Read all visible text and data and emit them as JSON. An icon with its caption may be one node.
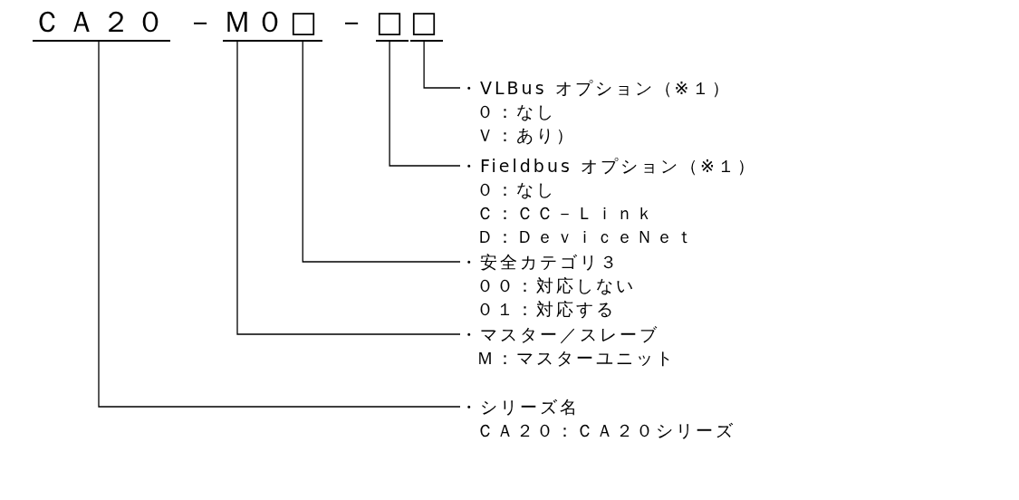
{
  "diagram": {
    "nodes": [
      {
        "text": [
          "ＣＡ２０"
        ]
      },
      {
        "text": [
          "Ｍ"
        ]
      },
      {
        "text": [
          "０□"
        ]
      },
      {
        "text": [
          "□"
        ]
      },
      {
        "text": [
          "□"
        ]
      },
      {
        "text": [
          "・VLBus オプション（※１）",
          "０：なし",
          "Ｖ：あり）"
        ]
      },
      {
        "text": [
          "・Fieldbus オプション（※１）",
          "０：なし",
          "Ｃ：ＣＣ－Ｌｉｎｋ",
          "Ｄ：ＤｅｖｉｃｅＮｅｔ"
        ]
      },
      {
        "text": [
          "・安全カテゴリ３",
          "００：対応しない",
          "０１：対応する"
        ]
      },
      {
        "text": [
          "・マスター／スレーブ",
          "Ｍ：マスターユニット"
        ]
      },
      {
        "text": [
          "・シリーズ名",
          "ＣＡ２０：ＣＡ２０シリーズ"
        ]
      }
    ],
    "edges": [
      {
        "from": 5,
        "to": 4,
        "arrow": "none"
      },
      {
        "from": 6,
        "to": 3,
        "arrow": "none"
      },
      {
        "from": 7,
        "to": 2,
        "arrow": "none"
      },
      {
        "from": 8,
        "to": 1,
        "arrow": "none"
      },
      {
        "from": 9,
        "to": 0,
        "arrow": "none"
      }
    ],
    "labels": [
      "－",
      "－"
    ]
  }
}
